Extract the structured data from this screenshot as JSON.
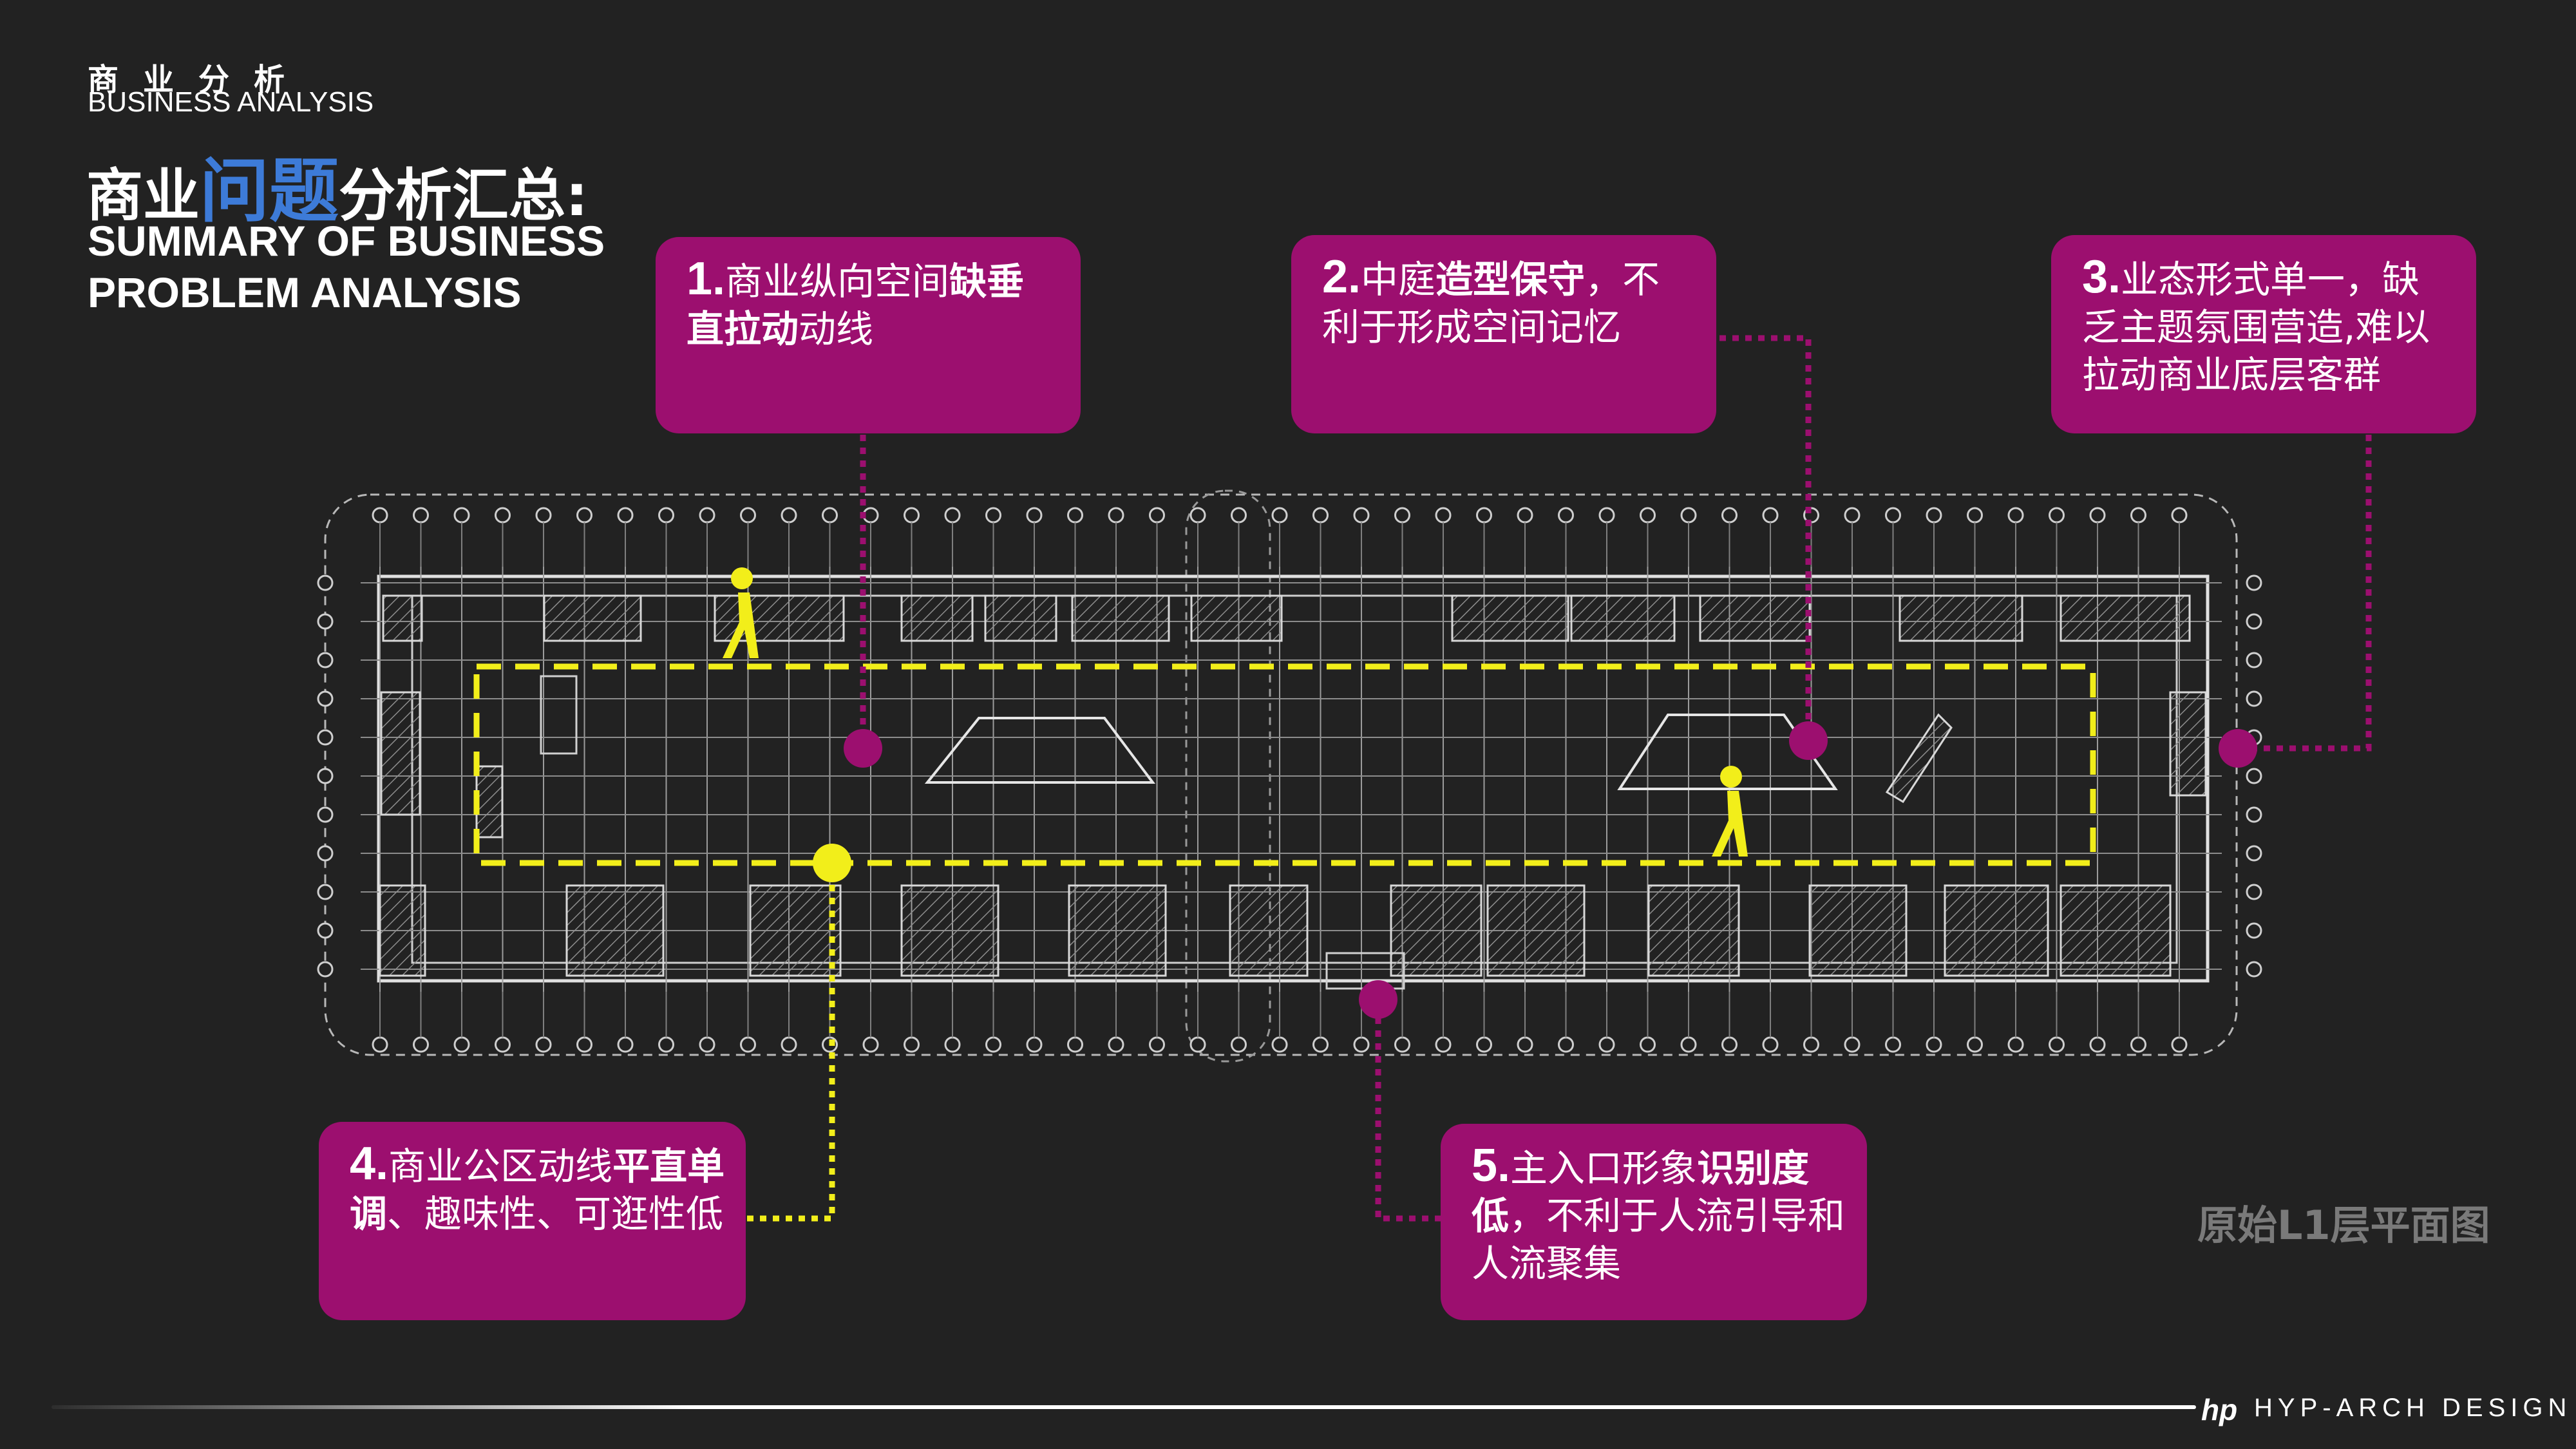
{
  "header": {
    "section_cn": "商业分析",
    "section_en": "BUSINESS ANALYSIS",
    "title_pre": "商业",
    "title_highlight": "问题",
    "title_post": "分析汇总:",
    "subtitle_line1": "SUMMARY OF BUSINESS",
    "subtitle_line2": "PROBLEM ANALYSIS"
  },
  "callouts": [
    {
      "num": "1.",
      "parts": [
        {
          "text": "商业纵向空间",
          "bold": false
        },
        {
          "text": "缺垂直拉动",
          "bold": true
        },
        {
          "text": "动线",
          "bold": false
        }
      ]
    },
    {
      "num": "2.",
      "parts": [
        {
          "text": "中庭",
          "bold": false
        },
        {
          "text": "造型保守",
          "bold": true
        },
        {
          "text": "，不利于形成空间记忆",
          "bold": false
        }
      ]
    },
    {
      "num": "3.",
      "parts": [
        {
          "text": "业态形式单一，缺乏主题氛围营造,难以拉动商业底层客群",
          "bold": false
        }
      ]
    },
    {
      "num": "4.",
      "parts": [
        {
          "text": "商业公区动线",
          "bold": false
        },
        {
          "text": "平直单调",
          "bold": true
        },
        {
          "text": "、趣味性、可逛性低",
          "bold": false
        }
      ]
    },
    {
      "num": "5.",
      "parts": [
        {
          "text": "主入口形象",
          "bold": false
        },
        {
          "text": "识别度低",
          "bold": true
        },
        {
          "text": "，不利于人流引导和人流聚集",
          "bold": false
        }
      ]
    }
  ],
  "plan": {
    "caption": "原始L1层平面图"
  },
  "footer": {
    "brand_mark": "hp",
    "brand_text": "HYP-ARCH DESIGN"
  },
  "colors": {
    "background": "#222222",
    "callout_fill": "#9c0f6f",
    "marker_magenta": "#9c0f6f",
    "circulation_yellow": "#f2ee1a",
    "title_highlight": "#3d7bd8",
    "caption_gray": "#7a7a7a"
  },
  "icons": [
    "pedestrian-icon",
    "brand-logo-icon"
  ]
}
